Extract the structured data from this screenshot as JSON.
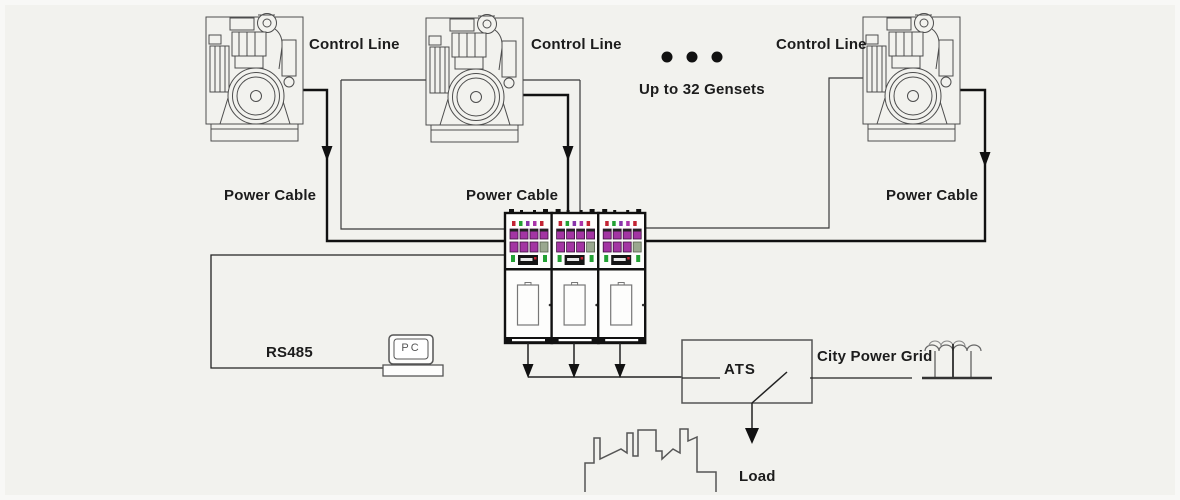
{
  "labels": {
    "control_lines": [
      "Control Line",
      "Control Line",
      "Control Line"
    ],
    "up_to_gensets": "Up to 32 Gensets",
    "power_cables": [
      "Power Cable",
      "Power Cable",
      "Power Cable"
    ],
    "rs485": "RS485",
    "pc": "PC",
    "ats": "ATS",
    "city_power_grid": "City Power Grid",
    "load": "Load"
  },
  "icons": {
    "genset": "diesel-engine line drawing (3 instances)",
    "ellipsis": "three filled dots meaning more gensets",
    "switchgear": "three-panel paralleling cabinet with magenta meters and LCD",
    "pc": "desktop monitor labelled PC",
    "transfer_switch": "open knife-switch inside ATS box",
    "grid_tower": "utility pole with insulators",
    "city_skyline": "building outline representing load",
    "arrow": "solid black downward arrowhead on cables"
  },
  "colors": {
    "background": "#f2f2ee",
    "line": "#1a1a1a",
    "engine_stroke": "#4d4d4d",
    "meter_magenta": "#a335a3",
    "indicator_red": "#c22233",
    "indicator_green": "#22a033",
    "lcd_black": "#151515"
  }
}
